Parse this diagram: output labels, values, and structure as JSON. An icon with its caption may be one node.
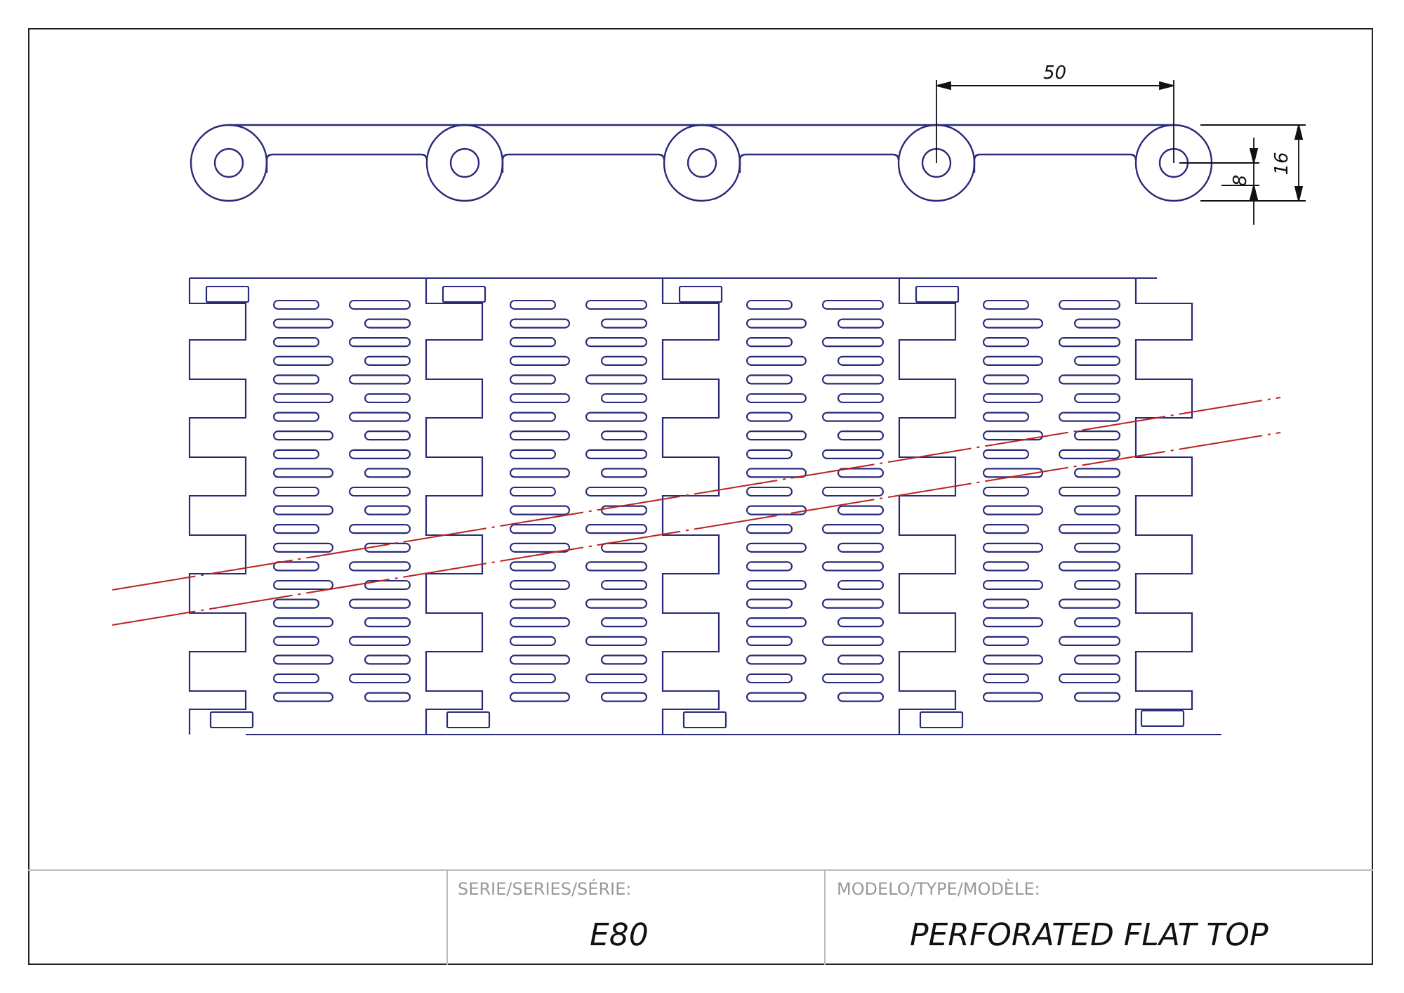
{
  "diagram": {
    "labels": [
      "50",
      "8",
      "16",
      "SERIE/SERIES/SÉRIE:",
      "E80",
      "MODELO/TYPE/MODÈLE:",
      "PERFORATED FLAT TOP"
    ]
  }
}
